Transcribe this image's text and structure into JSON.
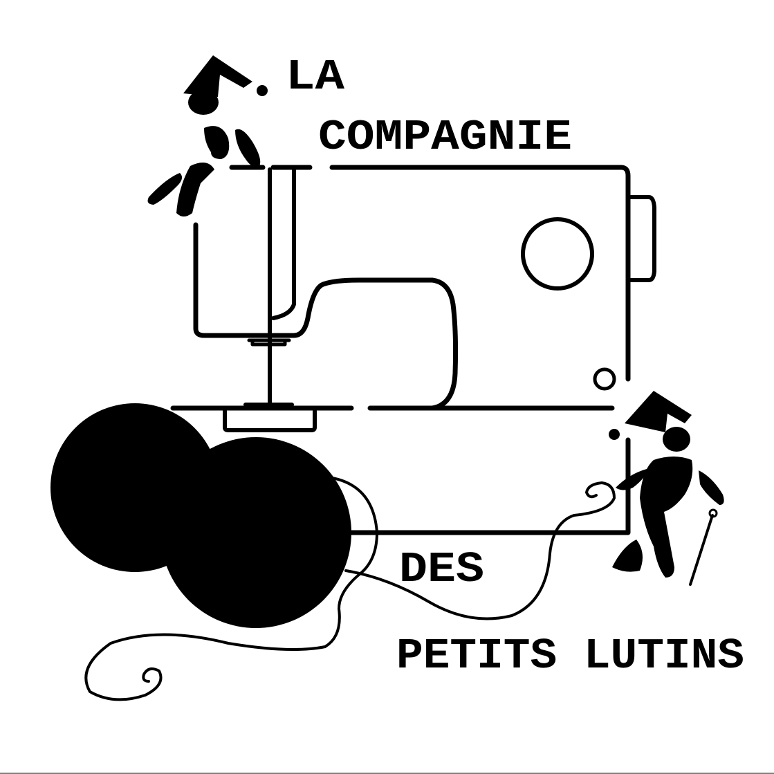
{
  "logo": {
    "line1": "LA",
    "line2": "COMPAGNIE",
    "line3": "DES",
    "line4": "PETITS LUTINS"
  },
  "colors": {
    "ink": "#000000",
    "background": "#ffffff"
  }
}
